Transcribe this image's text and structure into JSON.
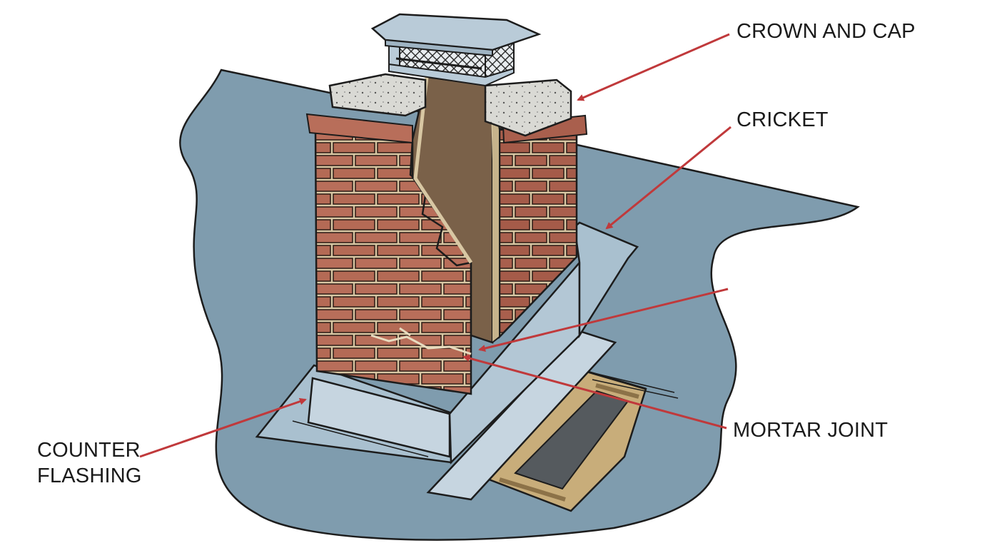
{
  "diagram": {
    "labels": {
      "crown_and_cap": "CROWN AND CAP",
      "cricket": "CRICKET",
      "mortar_joint": "MORTAR JOINT",
      "counter_flashing_line1": "COUNTER",
      "counter_flashing_line2": "FLASHING"
    },
    "colors": {
      "roof": "#7f9cae",
      "brick": "#b86e5a",
      "mortar": "#d8c7a3",
      "flue": "#7a6149",
      "crown": "#d9d9d4",
      "cap": "#b9cbd8",
      "flashing": "#c6d5e0",
      "arrow": "#c0393b",
      "outline": "#1c1c1c"
    }
  }
}
